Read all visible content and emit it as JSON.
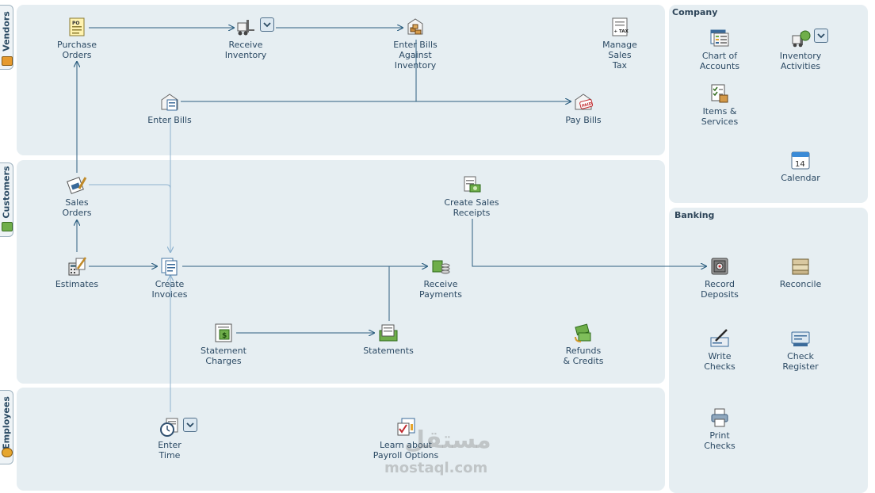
{
  "tabs": {
    "vendors": "Vendors",
    "customers": "Customers",
    "employees": "Employees"
  },
  "vendors": {
    "purchase_orders": "Purchase\nOrders",
    "receive_inventory": "Receive\nInventory",
    "enter_bills_against_inventory": "Enter Bills\nAgainst\nInventory",
    "manage_sales_tax": "Manage\nSales\nTax",
    "enter_bills": "Enter Bills",
    "pay_bills": "Pay Bills"
  },
  "customers": {
    "sales_orders": "Sales\nOrders",
    "create_sales_receipts": "Create Sales\nReceipts",
    "estimates": "Estimates",
    "create_invoices": "Create\nInvoices",
    "receive_payments": "Receive\nPayments",
    "statement_charges": "Statement\nCharges",
    "statements": "Statements",
    "refunds_credits": "Refunds\n& Credits"
  },
  "employees": {
    "enter_time": "Enter\nTime",
    "learn_payroll": "Learn about\nPayroll Options"
  },
  "company": {
    "title": "Company",
    "chart_of_accounts": "Chart of\nAccounts",
    "inventory_activities": "Inventory\nActivities",
    "items_services": "Items &\nServices",
    "calendar": "Calendar",
    "calendar_day": "14"
  },
  "banking": {
    "title": "Banking",
    "record_deposits": "Record\nDeposits",
    "reconcile": "Reconcile",
    "write_checks": "Write\nChecks",
    "check_register": "Check\nRegister",
    "print_checks": "Print\nChecks"
  },
  "icon_text": {
    "po": "PO",
    "tax": "+ TAX",
    "paid": "PAID"
  },
  "watermark": {
    "arabic": "مستقل",
    "latin": "mostaql.com"
  },
  "colors": {
    "panel_bg": "#e6eef2",
    "flow_line": "#2d5f80",
    "flow_line_light": "#8fb3cf",
    "label_text": "#2c4a64"
  }
}
